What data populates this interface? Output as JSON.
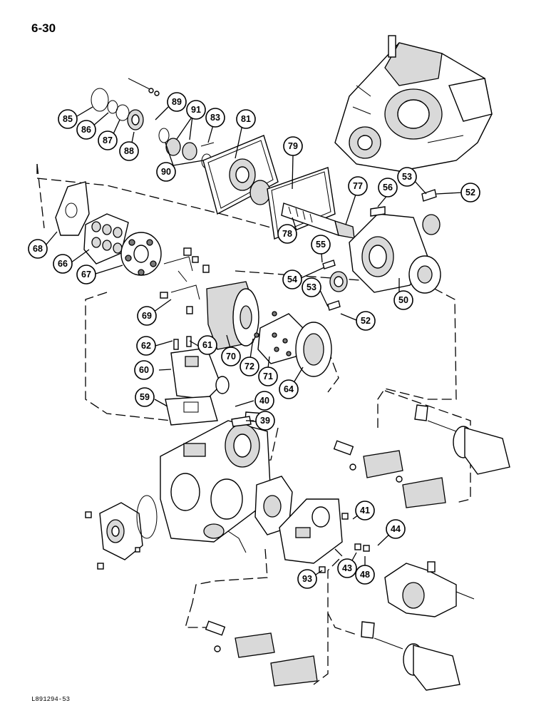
{
  "page": {
    "number": "6-30",
    "figure_code": "L891294-53"
  },
  "callouts": [
    "85",
    "86",
    "87",
    "88",
    "89",
    "91",
    "83",
    "81",
    "90",
    "79",
    "77",
    "56",
    "53",
    "52",
    "68",
    "66",
    "67",
    "55",
    "54",
    "78",
    "50",
    "69",
    "62",
    "61",
    "70",
    "72",
    "71",
    "64",
    "60",
    "59",
    "40",
    "39",
    "41",
    "44",
    "43",
    "48",
    "93"
  ]
}
